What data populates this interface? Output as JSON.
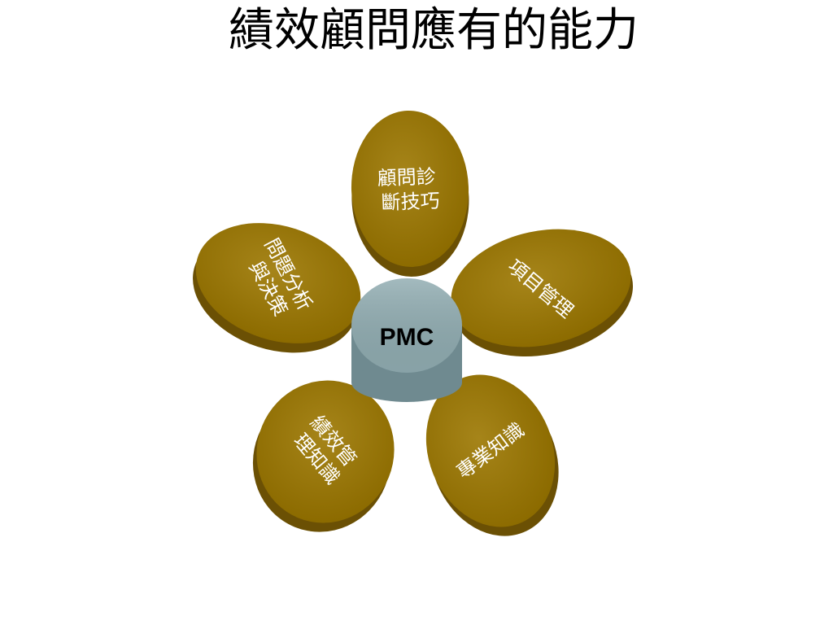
{
  "slide": {
    "title": "績效顧問應有的能力"
  },
  "diagram": {
    "center": {
      "label": "PMC",
      "color": "#8fabb0",
      "side_color": "#6f8a90"
    },
    "petal_color": "#9c7700",
    "petal_side_color": "#6b5004",
    "petals": [
      {
        "lines": [
          "顧問診",
          "斷技巧"
        ]
      },
      {
        "lines": [
          "項目管理"
        ]
      },
      {
        "lines": [
          "專業知識"
        ]
      },
      {
        "lines": [
          "績效管",
          "理知識"
        ]
      },
      {
        "lines": [
          "問題分析",
          "與決策"
        ]
      }
    ]
  }
}
